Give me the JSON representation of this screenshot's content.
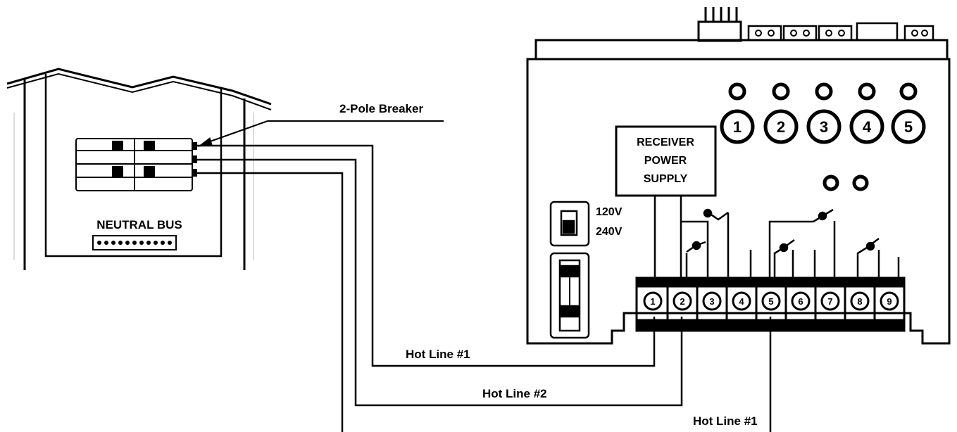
{
  "breaker_panel": {
    "neutral_bus_label": "NEUTRAL BUS",
    "breaker_callout": "2-Pole Breaker"
  },
  "controller": {
    "receiver_box_lines": [
      "RECEIVER",
      "POWER",
      "SUPPLY"
    ],
    "voltage_labels": [
      "120V",
      "240V"
    ],
    "channel_numbers": [
      "1",
      "2",
      "3",
      "4",
      "5"
    ],
    "terminal_numbers": [
      "1",
      "2",
      "3",
      "4",
      "5",
      "6",
      "7",
      "8",
      "9"
    ]
  },
  "wire_labels": [
    "Hot Line #1",
    "Hot Line #2",
    "Hot Line #1"
  ]
}
